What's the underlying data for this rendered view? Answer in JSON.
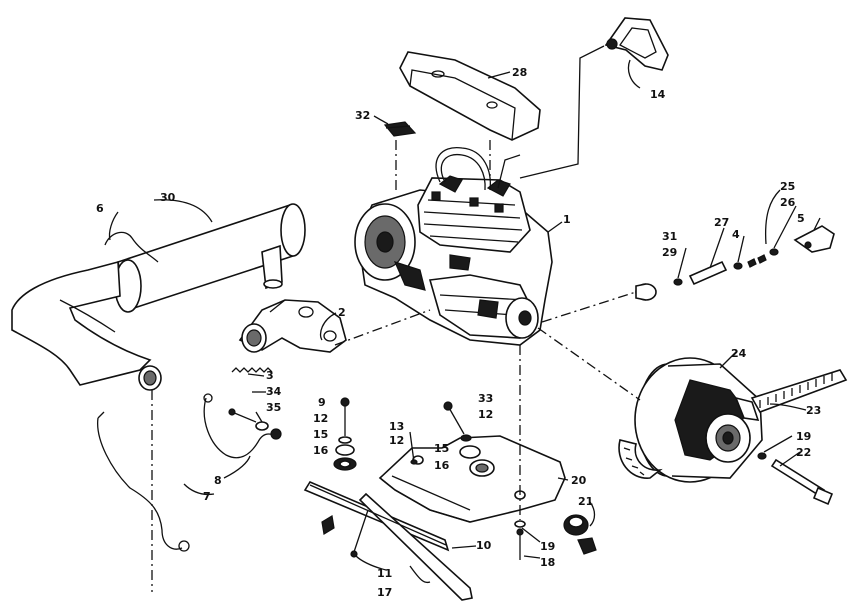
{
  "callouts": {
    "c1": "1",
    "c2": "2",
    "c3": "3",
    "c4": "4",
    "c5": "5",
    "c6": "6",
    "c7": "7",
    "c8": "8",
    "c9": "9",
    "c10": "10",
    "c11": "11",
    "c12a": "12",
    "c12b": "12",
    "c12c": "12",
    "c13": "13",
    "c14": "14",
    "c15a": "15",
    "c15b": "15",
    "c16a": "16",
    "c16b": "16",
    "c17": "17",
    "c18": "18",
    "c19a": "19",
    "c19b": "19",
    "c20": "20",
    "c21": "21",
    "c22": "22",
    "c23": "23",
    "c24": "24",
    "c25": "25",
    "c26": "26",
    "c27": "27",
    "c28": "28",
    "c29": "29",
    "c30": "30",
    "c31": "31",
    "c32": "32",
    "c33": "33",
    "c34": "34",
    "c35": "35"
  },
  "colors": {
    "ink": "#111111",
    "paper": "#ffffff"
  }
}
